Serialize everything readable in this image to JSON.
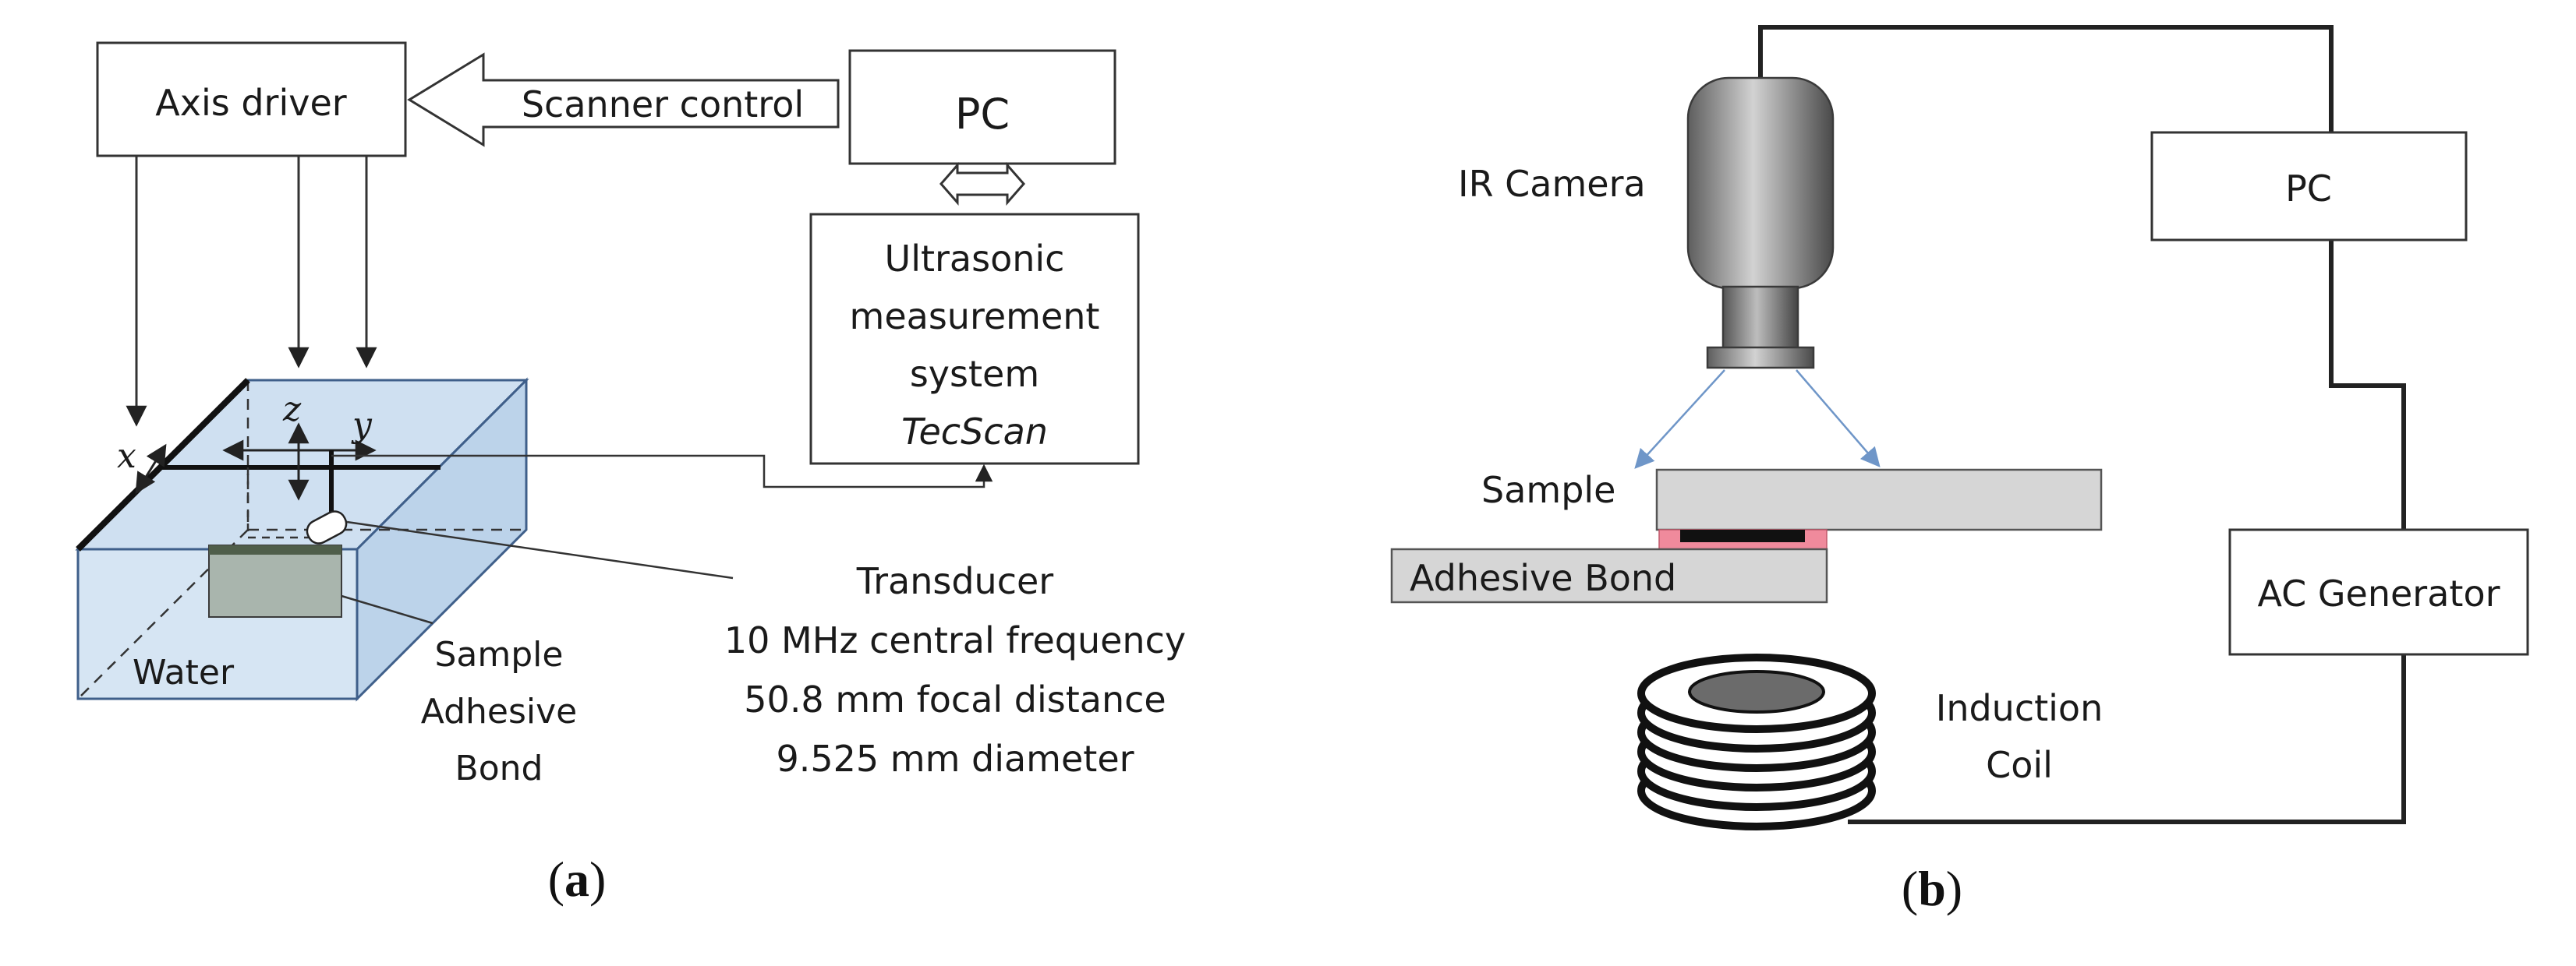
{
  "panel_a": {
    "axis_driver": "Axis driver",
    "scanner_control": "Scanner control",
    "pc": "PC",
    "ums_lines": [
      "Ultrasonic",
      "measurement",
      "system"
    ],
    "tecscan": "TecScan",
    "axis_x": "x",
    "axis_y": "y",
    "axis_z": "z",
    "water": "Water",
    "sample_lines": [
      "Sample",
      "Adhesive",
      "Bond"
    ],
    "transducer_lines": [
      "Transducer",
      "10 MHz central frequency",
      "50.8 mm focal distance",
      "9.525 mm diameter"
    ],
    "caption_open": "(",
    "caption_letter": "a",
    "caption_close": ")"
  },
  "panel_b": {
    "ir_camera": "IR Camera",
    "pc": "PC",
    "sample": "Sample",
    "adhesive_bond": "Adhesive Bond",
    "ac_generator": "AC Generator",
    "induction_coil_lines": [
      "Induction",
      "Coil"
    ],
    "caption_open": "(",
    "caption_letter": "b",
    "caption_close": ")"
  },
  "colors": {
    "tank_fill": "#cfe0f1",
    "tank_edge": "#3f5f8a",
    "sample_fill": "#a9b5ad",
    "sample_top": "#4f5e4a",
    "plate_fill": "#d6d6d6",
    "bond_pink": "#f08a9c",
    "camera_gray": "#9a9a9a",
    "beam_blue": "#6f96c8"
  }
}
